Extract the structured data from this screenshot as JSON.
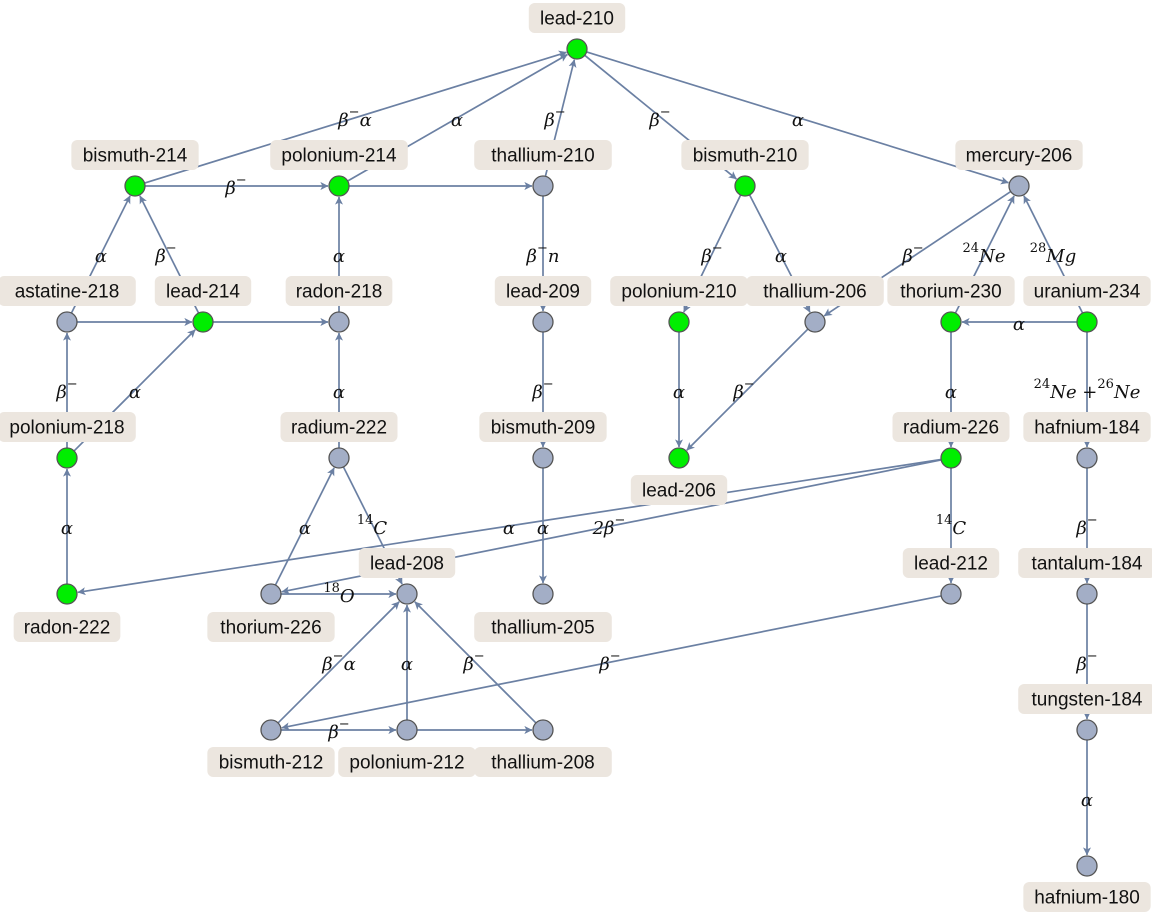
{
  "colors": {
    "highlight_node": "#00ee00",
    "normal_node": "#a3aec6",
    "edge": "#6b80a3",
    "label_background": "#ece6df"
  },
  "nodes": [
    {
      "id": "lead-210",
      "label": "lead-210",
      "highlight": true
    },
    {
      "id": "bismuth-214",
      "label": "bismuth-214",
      "highlight": true
    },
    {
      "id": "polonium-214",
      "label": "polonium-214",
      "highlight": true
    },
    {
      "id": "thallium-210",
      "label": "thallium-210",
      "highlight": false
    },
    {
      "id": "bismuth-210",
      "label": "bismuth-210",
      "highlight": true
    },
    {
      "id": "mercury-206",
      "label": "mercury-206",
      "highlight": false
    },
    {
      "id": "astatine-218",
      "label": "astatine-218",
      "highlight": false
    },
    {
      "id": "lead-214",
      "label": "lead-214",
      "highlight": true
    },
    {
      "id": "radon-218",
      "label": "radon-218",
      "highlight": false
    },
    {
      "id": "lead-209",
      "label": "lead-209",
      "highlight": false
    },
    {
      "id": "polonium-210",
      "label": "polonium-210",
      "highlight": true
    },
    {
      "id": "thallium-206",
      "label": "thallium-206",
      "highlight": false
    },
    {
      "id": "thorium-230",
      "label": "thorium-230",
      "highlight": true
    },
    {
      "id": "uranium-234",
      "label": "uranium-234",
      "highlight": true
    },
    {
      "id": "polonium-218",
      "label": "polonium-218",
      "highlight": true
    },
    {
      "id": "radium-222",
      "label": "radium-222",
      "highlight": false
    },
    {
      "id": "bismuth-209",
      "label": "bismuth-209",
      "highlight": false
    },
    {
      "id": "lead-206",
      "label": "lead-206",
      "highlight": true
    },
    {
      "id": "radium-226",
      "label": "radium-226",
      "highlight": true
    },
    {
      "id": "hafnium-184",
      "label": "hafnium-184",
      "highlight": false
    },
    {
      "id": "radon-222",
      "label": "radon-222",
      "highlight": true
    },
    {
      "id": "thorium-226",
      "label": "thorium-226",
      "highlight": false
    },
    {
      "id": "lead-208",
      "label": "lead-208",
      "highlight": false
    },
    {
      "id": "thallium-205",
      "label": "thallium-205",
      "highlight": false
    },
    {
      "id": "lead-212",
      "label": "lead-212",
      "highlight": false
    },
    {
      "id": "tantalum-184",
      "label": "tantalum-184",
      "highlight": false
    },
    {
      "id": "bismuth-212",
      "label": "bismuth-212",
      "highlight": false
    },
    {
      "id": "polonium-212",
      "label": "polonium-212",
      "highlight": false
    },
    {
      "id": "thallium-208",
      "label": "thallium-208",
      "highlight": false
    },
    {
      "id": "tungsten-184",
      "label": "tungsten-184",
      "highlight": false
    },
    {
      "id": "hafnium-180",
      "label": "hafnium-180",
      "highlight": false
    }
  ],
  "edges": [
    {
      "from": "bismuth-214",
      "to": "lead-210",
      "label": "β⁻α"
    },
    {
      "from": "polonium-214",
      "to": "lead-210",
      "label": "α"
    },
    {
      "from": "thallium-210",
      "to": "lead-210",
      "label": "β⁻"
    },
    {
      "from": "lead-210",
      "to": "bismuth-210",
      "label": "β⁻"
    },
    {
      "from": "lead-210",
      "to": "mercury-206",
      "label": "α"
    },
    {
      "from": "bismuth-214",
      "to": "polonium-214",
      "label": "β⁻"
    },
    {
      "from": "polonium-214",
      "to": "thallium-210",
      "label": ""
    },
    {
      "from": "astatine-218",
      "to": "bismuth-214",
      "label": "α"
    },
    {
      "from": "lead-214",
      "to": "bismuth-214",
      "label": "β⁻"
    },
    {
      "from": "radon-218",
      "to": "polonium-214",
      "label": "α"
    },
    {
      "from": "thallium-210",
      "to": "lead-209",
      "label": "β⁻n"
    },
    {
      "from": "bismuth-210",
      "to": "polonium-210",
      "label": "β⁻"
    },
    {
      "from": "bismuth-210",
      "to": "thallium-206",
      "label": "α"
    },
    {
      "from": "mercury-206",
      "to": "thallium-206",
      "label": "β⁻"
    },
    {
      "from": "thorium-230",
      "to": "mercury-206",
      "label": "²⁴Ne"
    },
    {
      "from": "uranium-234",
      "to": "mercury-206",
      "label": "²⁸Mg"
    },
    {
      "from": "astatine-218",
      "to": "lead-214",
      "label": ""
    },
    {
      "from": "lead-214",
      "to": "radon-218",
      "label": ""
    },
    {
      "from": "polonium-218",
      "to": "astatine-218",
      "label": "β⁻"
    },
    {
      "from": "polonium-218",
      "to": "lead-214",
      "label": "α"
    },
    {
      "from": "radium-222",
      "to": "radon-218",
      "label": "α"
    },
    {
      "from": "lead-209",
      "to": "bismuth-209",
      "label": "β⁻"
    },
    {
      "from": "polonium-210",
      "to": "lead-206",
      "label": "α"
    },
    {
      "from": "thallium-206",
      "to": "lead-206",
      "label": "β⁻"
    },
    {
      "from": "uranium-234",
      "to": "thorium-230",
      "label": "α"
    },
    {
      "from": "thorium-230",
      "to": "radium-226",
      "label": "α"
    },
    {
      "from": "uranium-234",
      "to": "hafnium-184",
      "label": "²⁴Ne +²⁶Ne"
    },
    {
      "from": "radon-222",
      "to": "polonium-218",
      "label": "α"
    },
    {
      "from": "radium-226",
      "to": "radon-222",
      "label": "α"
    },
    {
      "from": "radium-226",
      "to": "thorium-226",
      "label": "2β⁻"
    },
    {
      "from": "thorium-226",
      "to": "radium-222",
      "label": "α"
    },
    {
      "from": "radium-222",
      "to": "lead-208",
      "label": "¹⁴C"
    },
    {
      "from": "thorium-226",
      "to": "lead-208",
      "label": "¹⁸O"
    },
    {
      "from": "bismuth-209",
      "to": "thallium-205",
      "label": "α"
    },
    {
      "from": "radium-226",
      "to": "lead-212",
      "label": "¹⁴C"
    },
    {
      "from": "lead-212",
      "to": "bismuth-212",
      "label": "β⁻"
    },
    {
      "from": "hafnium-184",
      "to": "tantalum-184",
      "label": "β⁻"
    },
    {
      "from": "bismuth-212",
      "to": "lead-208",
      "label": "β⁻α"
    },
    {
      "from": "polonium-212",
      "to": "lead-208",
      "label": "α"
    },
    {
      "from": "thallium-208",
      "to": "lead-208",
      "label": "β⁻"
    },
    {
      "from": "bismuth-212",
      "to": "polonium-212",
      "label": "β⁻"
    },
    {
      "from": "polonium-212",
      "to": "thallium-208",
      "label": ""
    },
    {
      "from": "tantalum-184",
      "to": "tungsten-184",
      "label": "β⁻"
    },
    {
      "from": "tungsten-184",
      "to": "hafnium-180",
      "label": "α"
    }
  ]
}
